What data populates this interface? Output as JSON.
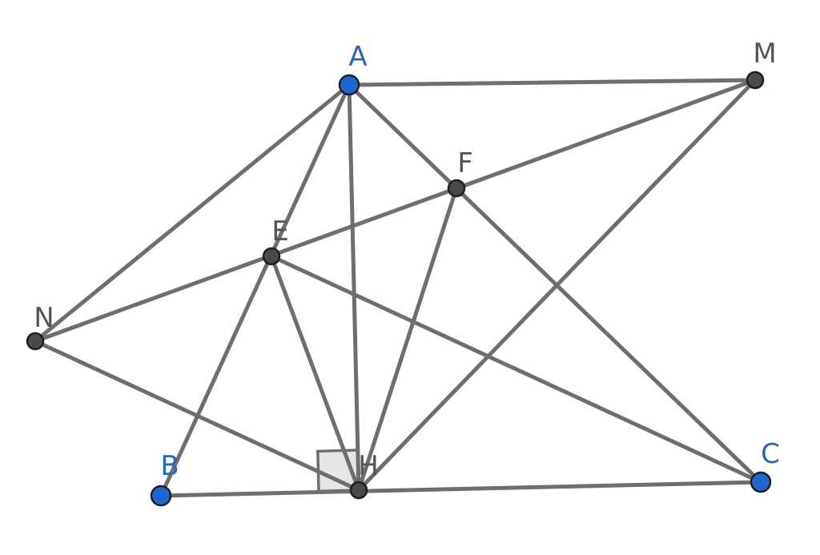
{
  "colors": {
    "free_point": "#1f66d1",
    "dependent_point": "#4a4a4a",
    "segment": "#6e6e6e",
    "free_label": "#2a67b8",
    "dependent_label": "#555555",
    "right_angle_fill": "#e6e6e6"
  },
  "points": {
    "A": {
      "label": "A",
      "kind": "free"
    },
    "B": {
      "label": "B",
      "kind": "free"
    },
    "C": {
      "label": "C",
      "kind": "free"
    },
    "H": {
      "label": "H",
      "kind": "dependent"
    },
    "E": {
      "label": "E",
      "kind": "dependent"
    },
    "F": {
      "label": "F",
      "kind": "dependent"
    },
    "M": {
      "label": "M",
      "kind": "dependent"
    },
    "N": {
      "label": "N",
      "kind": "dependent"
    }
  },
  "segments": [
    [
      "A",
      "M"
    ],
    [
      "A",
      "N"
    ],
    [
      "A",
      "B"
    ],
    [
      "A",
      "H"
    ],
    [
      "A",
      "C"
    ],
    [
      "B",
      "C"
    ],
    [
      "N",
      "M"
    ],
    [
      "N",
      "H"
    ],
    [
      "E",
      "H"
    ],
    [
      "E",
      "C"
    ],
    [
      "F",
      "H"
    ],
    [
      "M",
      "H"
    ]
  ],
  "right_angle_marks": [
    {
      "vertex": "H",
      "between": [
        "A",
        "B"
      ]
    }
  ]
}
